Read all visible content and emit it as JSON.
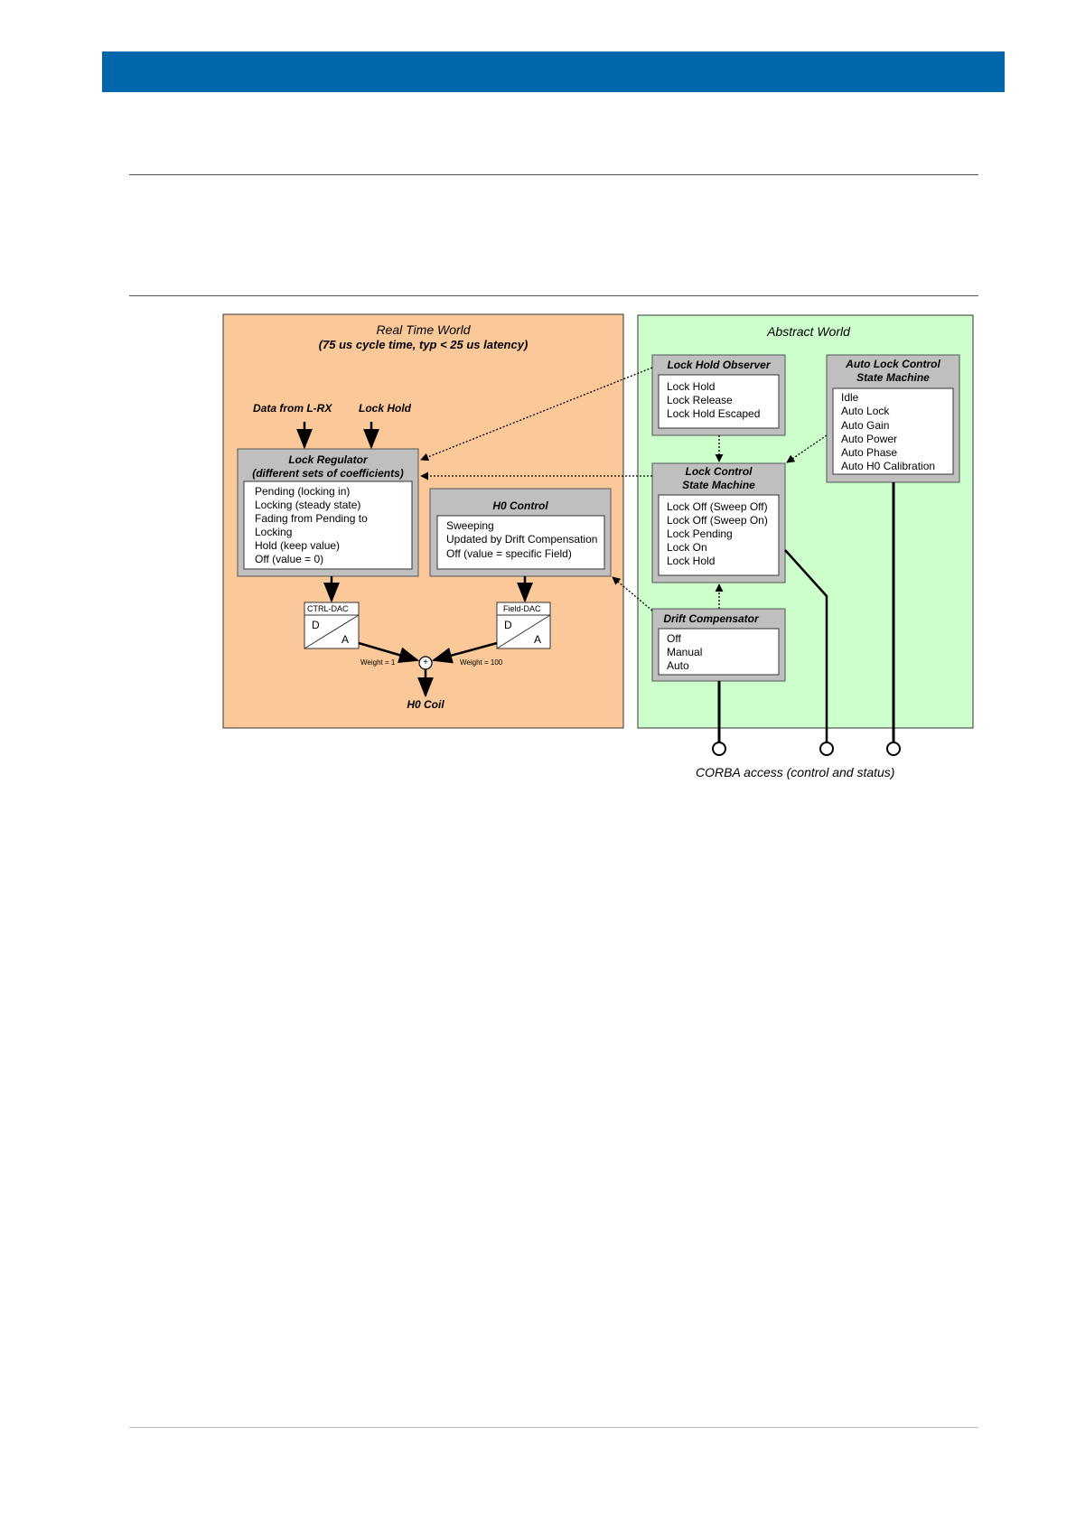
{
  "realtime": {
    "title": "Real Time World",
    "subtitle": "(75 us cycle time, typ < 25 us latency)",
    "input_data": "Data from L-RX",
    "input_lock_hold": "Lock Hold",
    "regulator_title": "Lock Regulator",
    "regulator_subtitle": "(different sets of coefficients)",
    "regulator_states": [
      "Pending (locking in)",
      "Locking (steady state)",
      "Fading from Pending to",
      "Locking",
      "Hold (keep value)",
      "Off (value = 0)"
    ],
    "h0_title": "H0 Control",
    "h0_states": [
      "Sweeping",
      "Updated by Drift Compensation",
      "Off (value = specific Field)"
    ],
    "ctrl_dac_label": "CTRL-DAC",
    "field_dac_label": "Field-DAC",
    "dac_d": "D",
    "dac_a": "A",
    "weight_left": "Weight = 1",
    "weight_right": "Weight = 100",
    "sum_symbol": "+",
    "coil_label": "H0 Coil"
  },
  "abstract": {
    "title": "Abstract World",
    "observer_title": "Lock Hold Observer",
    "observer_states": [
      "Lock Hold",
      "Lock Release",
      "Lock Hold Escaped"
    ],
    "auto_title_1": "Auto Lock Control",
    "auto_title_2": "State Machine",
    "auto_states": [
      "Idle",
      "Auto Lock",
      "Auto Gain",
      "Auto Power",
      "Auto Phase",
      "Auto H0 Calibration"
    ],
    "lcsm_title_1": "Lock Control",
    "lcsm_title_2": "State Machine",
    "lcsm_states": [
      "Lock Off (Sweep Off)",
      "Lock Off (Sweep On)",
      "Lock Pending",
      "Lock On",
      "Lock Hold"
    ],
    "drift_title": "Drift Compensator",
    "drift_states": [
      "Off",
      "Manual",
      "Auto"
    ]
  },
  "corba_label": "CORBA access (control and status)",
  "colors": {
    "header": "#0067ad",
    "realtime_bg": "#fbc999",
    "abstract_bg": "#ccffcc",
    "block_bg": "#bfbfbf"
  }
}
